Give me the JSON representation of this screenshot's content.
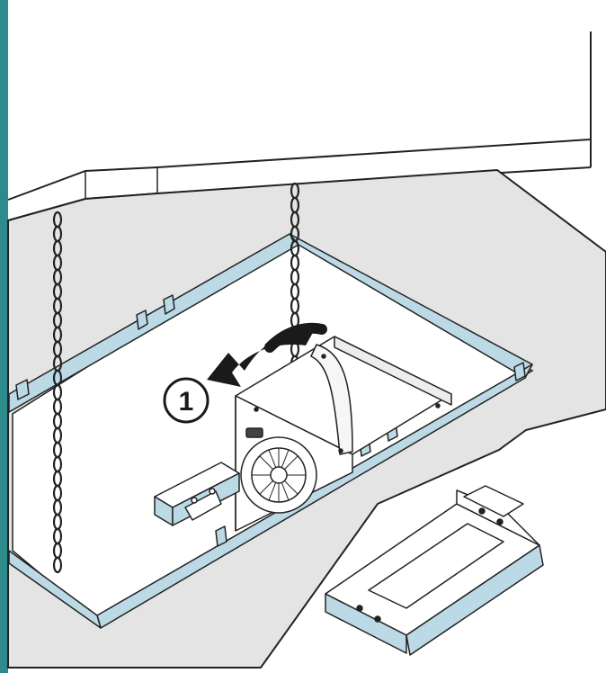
{
  "diagram": {
    "step_callout": "1",
    "rotation_direction": "counter-clockwise",
    "colors": {
      "frame_edge": "#2e8b8b",
      "rail_fill": "#bcd9e6",
      "ceiling_fill": "#e4e4e4",
      "outline": "#222222",
      "callout_arrow": "#1a1a1a",
      "background": "#ffffff"
    },
    "parts": [
      "ceiling-panel",
      "suspension-chain-left",
      "suspension-chain-right",
      "mounting-frame",
      "fan-housing",
      "mounting-bracket-left",
      "mounting-bracket-right",
      "rotation-arrow",
      "step-callout"
    ]
  }
}
